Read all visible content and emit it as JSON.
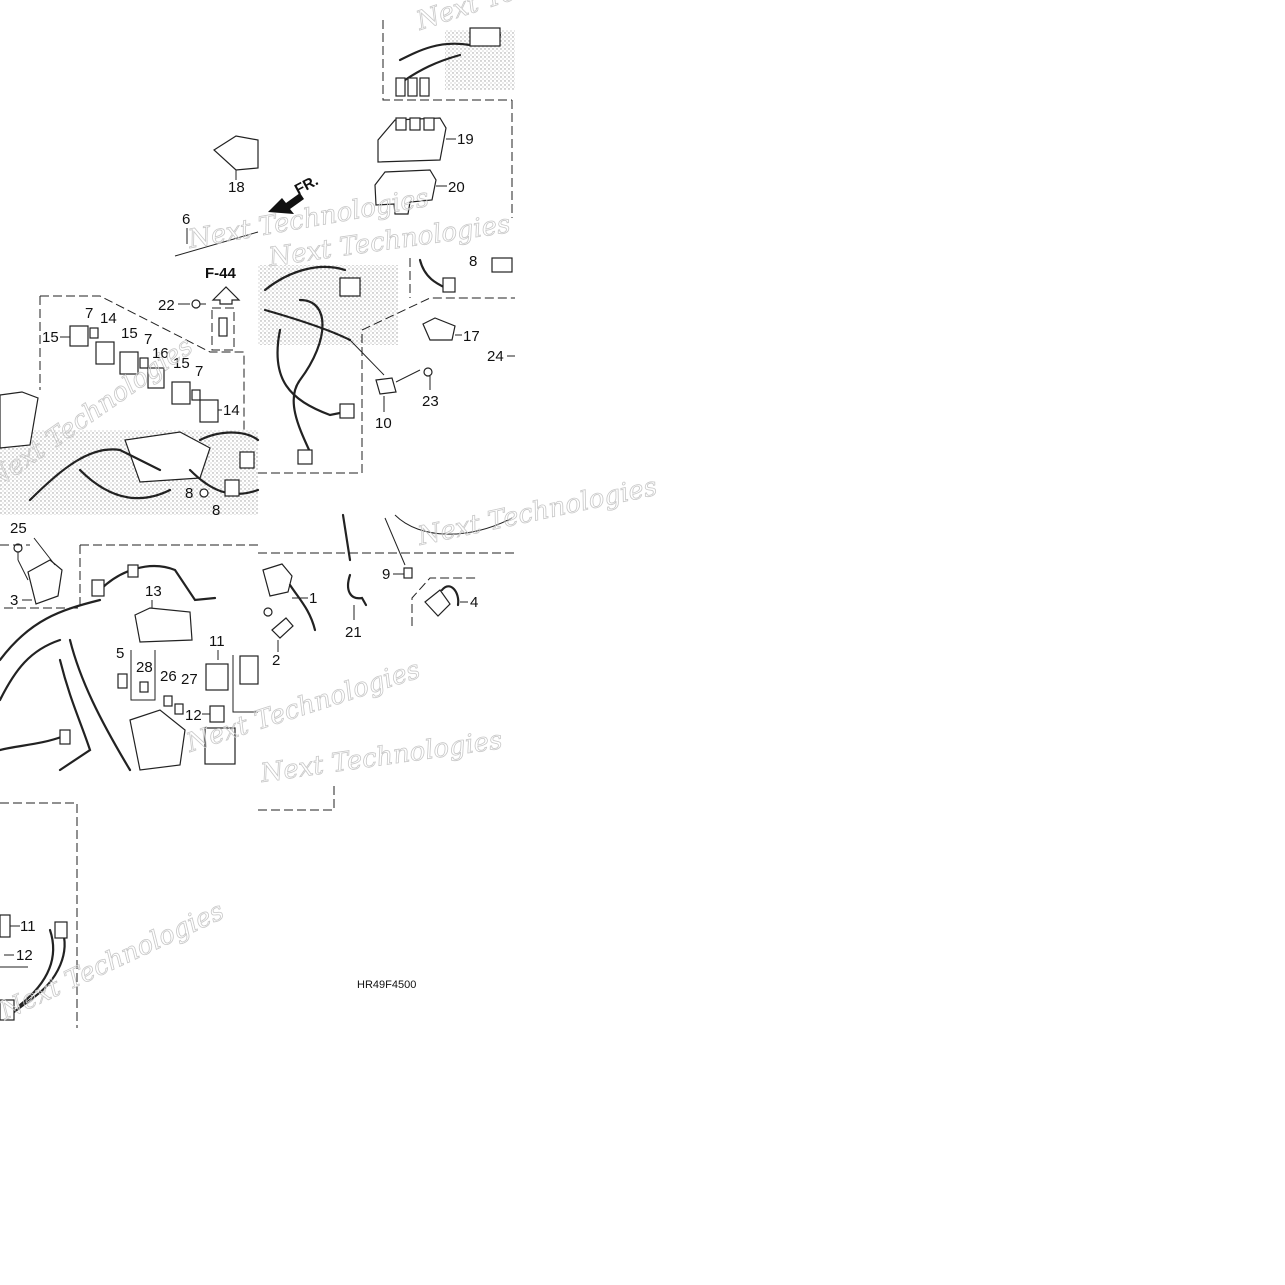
{
  "diagram": {
    "image_code": "HR49F4500",
    "ref_block": "F-44",
    "direction_arrow": "FR.",
    "watermark_text": "Next Technologies",
    "callouts": [
      {
        "id": "c1",
        "text": "1"
      },
      {
        "id": "c2",
        "text": "2"
      },
      {
        "id": "c3",
        "text": "3"
      },
      {
        "id": "c4",
        "text": "4"
      },
      {
        "id": "c5",
        "text": "5"
      },
      {
        "id": "c6",
        "text": "6"
      },
      {
        "id": "c7a",
        "text": "7"
      },
      {
        "id": "c7b",
        "text": "7"
      },
      {
        "id": "c7c",
        "text": "7"
      },
      {
        "id": "c8a",
        "text": "8"
      },
      {
        "id": "c8b",
        "text": "8"
      },
      {
        "id": "c8c",
        "text": "8"
      },
      {
        "id": "c9",
        "text": "9"
      },
      {
        "id": "c10",
        "text": "10"
      },
      {
        "id": "c11a",
        "text": "11"
      },
      {
        "id": "c11b",
        "text": "11"
      },
      {
        "id": "c12a",
        "text": "12"
      },
      {
        "id": "c12b",
        "text": "12"
      },
      {
        "id": "c13",
        "text": "13"
      },
      {
        "id": "c14a",
        "text": "14"
      },
      {
        "id": "c14b",
        "text": "14"
      },
      {
        "id": "c15a",
        "text": "15"
      },
      {
        "id": "c15b",
        "text": "15"
      },
      {
        "id": "c15c",
        "text": "15"
      },
      {
        "id": "c16",
        "text": "16"
      },
      {
        "id": "c17",
        "text": "17"
      },
      {
        "id": "c18",
        "text": "18"
      },
      {
        "id": "c19",
        "text": "19"
      },
      {
        "id": "c20",
        "text": "20"
      },
      {
        "id": "c21",
        "text": "21"
      },
      {
        "id": "c22",
        "text": "22"
      },
      {
        "id": "c23",
        "text": "23"
      },
      {
        "id": "c24",
        "text": "24"
      },
      {
        "id": "c25",
        "text": "25"
      },
      {
        "id": "c26",
        "text": "26"
      },
      {
        "id": "c27",
        "text": "27"
      },
      {
        "id": "c28",
        "text": "28"
      }
    ]
  }
}
